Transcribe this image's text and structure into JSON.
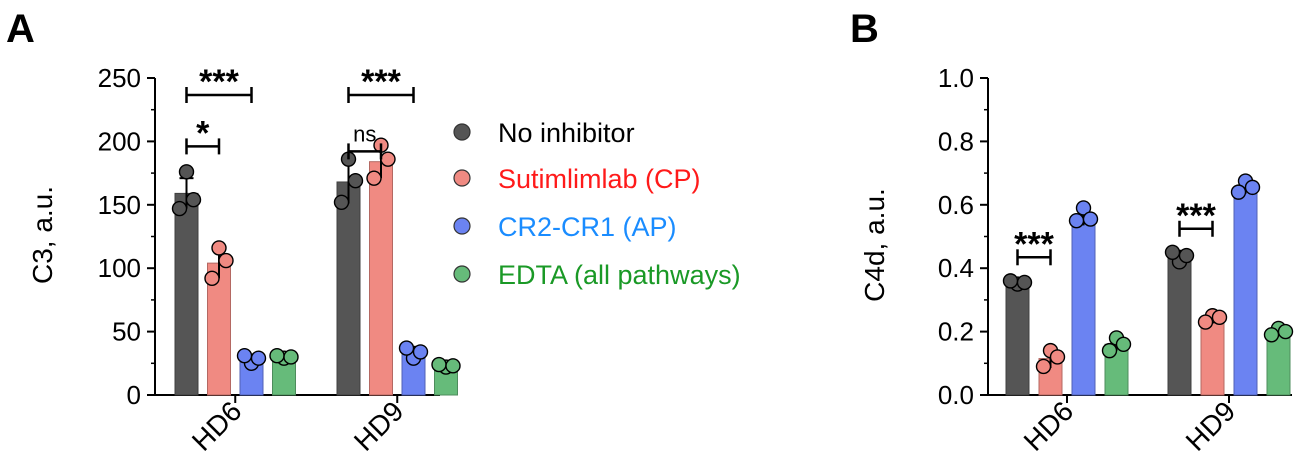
{
  "panels": {
    "a": {
      "letter": "A"
    },
    "b": {
      "letter": "B"
    }
  },
  "legend": [
    {
      "label": "No inhibitor",
      "color": "#555555",
      "text_color": "#000000"
    },
    {
      "label": "Sutimlimlab (CP)",
      "color": "#f08a82",
      "text_color": "#ff1a1a"
    },
    {
      "label": "CR2-CR1 (AP)",
      "color": "#6b83f2",
      "text_color": "#1a8cff"
    },
    {
      "label": "EDTA (all pathways)",
      "color": "#66bb7a",
      "text_color": "#1a9926"
    }
  ],
  "chart_data": [
    {
      "type": "bar",
      "panel": "A",
      "ylabel": "C3, a.u.",
      "ylim": [
        0,
        250
      ],
      "yticks": [
        "0",
        "50",
        "100",
        "150",
        "200",
        "250"
      ],
      "categories": [
        "HD6",
        "HD9"
      ],
      "series": [
        {
          "name": "No inhibitor",
          "values": [
            159,
            168
          ],
          "errors": [
            12,
            17
          ],
          "points": [
            [
              176,
              147,
              154
            ],
            [
              186,
              152,
              169
            ]
          ]
        },
        {
          "name": "Sutimlimlab (CP)",
          "values": [
            104,
            184
          ],
          "errors": [
            12,
            13
          ],
          "points": [
            [
              116,
              92,
              106
            ],
            [
              197,
              171,
              186
            ]
          ]
        },
        {
          "name": "CR2-CR1 (AP)",
          "values": [
            28,
            33
          ],
          "errors": [
            4,
            5
          ],
          "points": [
            [
              25,
              31,
              29
            ],
            [
              29,
              37,
              34
            ]
          ]
        },
        {
          "name": "EDTA (all pathways)",
          "values": [
            30,
            23
          ],
          "errors": [
            2,
            2
          ],
          "points": [
            [
              29,
              31,
              30
            ],
            [
              22,
              24,
              23
            ]
          ]
        }
      ],
      "significance": [
        {
          "category": "HD6",
          "from": 0,
          "to": 1,
          "label": "*",
          "level": 0
        },
        {
          "category": "HD6",
          "from": 0,
          "to": 2,
          "label": "***",
          "level": 1
        },
        {
          "category": "HD9",
          "from": 0,
          "to": 1,
          "label": "ns",
          "level": 0
        },
        {
          "category": "HD9",
          "from": 0,
          "to": 2,
          "label": "***",
          "level": 1
        }
      ]
    },
    {
      "type": "bar",
      "panel": "B",
      "ylabel": "C4d, a.u.",
      "ylim": [
        0,
        1.0
      ],
      "yticks": [
        "0.0",
        "0.2",
        "0.4",
        "0.6",
        "0.8",
        "1.0"
      ],
      "categories": [
        "HD6",
        "HD9"
      ],
      "series": [
        {
          "name": "No inhibitor",
          "values": [
            0.355,
            0.435
          ],
          "errors": [
            0.01,
            0.02
          ],
          "points": [
            [
              0.35,
              0.36,
              0.355
            ],
            [
              0.42,
              0.45,
              0.44
            ]
          ]
        },
        {
          "name": "Sutimlimlab (CP)",
          "values": [
            0.115,
            0.24
          ],
          "errors": [
            0.03,
            0.01
          ],
          "points": [
            [
              0.14,
              0.09,
              0.12
            ],
            [
              0.25,
              0.23,
              0.245
            ]
          ]
        },
        {
          "name": "CR2-CR1 (AP)",
          "values": [
            0.565,
            0.655
          ],
          "errors": [
            0.03,
            0.02
          ],
          "points": [
            [
              0.59,
              0.55,
              0.555
            ],
            [
              0.675,
              0.64,
              0.655
            ]
          ]
        },
        {
          "name": "EDTA (all pathways)",
          "values": [
            0.16,
            0.2
          ],
          "errors": [
            0.02,
            0.01
          ],
          "points": [
            [
              0.18,
              0.14,
              0.16
            ],
            [
              0.21,
              0.19,
              0.2
            ]
          ]
        }
      ],
      "significance": [
        {
          "category": "HD6",
          "from": 0,
          "to": 1,
          "label": "***",
          "level": 0
        },
        {
          "category": "HD9",
          "from": 0,
          "to": 1,
          "label": "***",
          "level": 0
        }
      ]
    }
  ]
}
